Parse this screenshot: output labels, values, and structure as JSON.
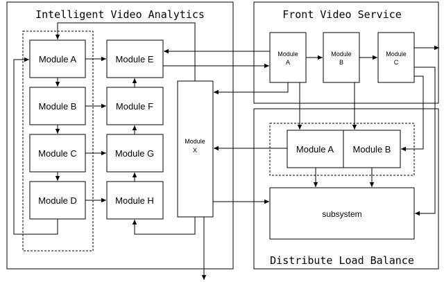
{
  "panels": {
    "analytics_title": "Intelligent Video Analytics",
    "front_title": "Front Video Service",
    "balance_title": "Distribute Load Balance"
  },
  "analytics": {
    "col1": [
      "Module A",
      "Module B",
      "Module C",
      "Module D"
    ],
    "col2": [
      "Module E",
      "Module F",
      "Module G",
      "Module H"
    ],
    "modx_line1": "Module",
    "modx_line2": "X"
  },
  "front": {
    "a_line1": "Module",
    "a_line2": "A",
    "b_line1": "Module",
    "b_line2": "B",
    "c_line1": "Module",
    "c_line2": "C"
  },
  "balance": {
    "module_a": "Module A",
    "module_b": "Module B",
    "subsystem": "subsystem"
  }
}
